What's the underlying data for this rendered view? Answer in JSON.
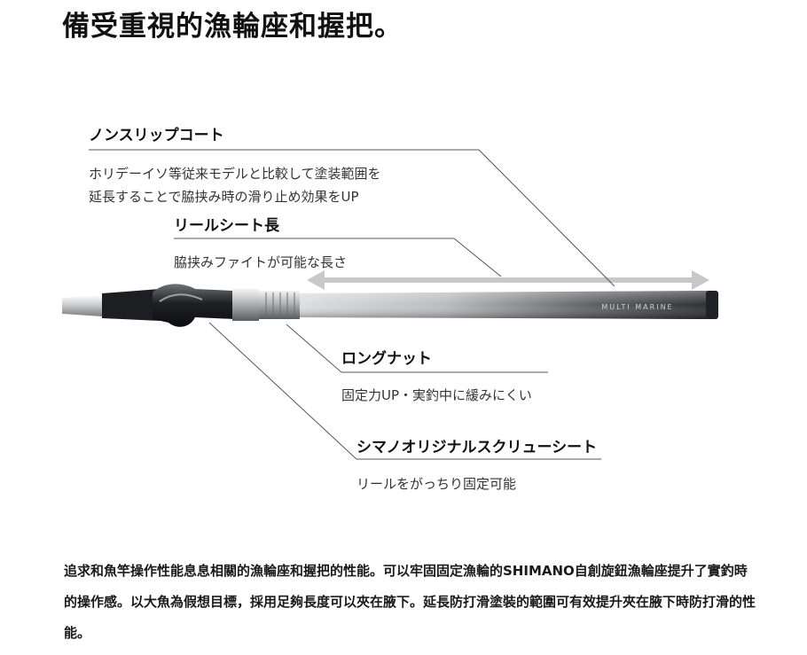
{
  "title": "備受重視的漁輪座和握把。",
  "callouts": [
    {
      "title": "ノンスリップコート",
      "desc": [
        "ホリデーイソ等従来モデルと比較して塗装範囲を",
        "延長することで脇挟み時の滑り止め効果をUP"
      ]
    },
    {
      "title": "リールシート長",
      "desc": [
        "脇挟みファイトが可能な長さ"
      ]
    },
    {
      "title": "ロングナット",
      "desc": [
        "固定力UP・実釣中に緩みにくい"
      ]
    },
    {
      "title": "シマノオリジナルスクリューシート",
      "desc": [
        "リールをがっちり固定可能"
      ]
    }
  ],
  "rod_label": "MULTI MARINE",
  "body_text": "追求和魚竿操作性能息息相關的漁輪座和握把的性能。可以牢固固定漁輪的SHIMANO自創旋鈕漁輪座提升了實釣時的操作感。以大魚為假想目標，採用足夠長度可以夾在腋下。延長防打滑塗裝的範圍可有效提升夾在腋下時防打滑的性能。",
  "colors": {
    "rod_dark": "#2b2f33",
    "rod_light": "#d9dbdd",
    "arrow": "#c8c8c8",
    "leader_line": "#555555"
  }
}
